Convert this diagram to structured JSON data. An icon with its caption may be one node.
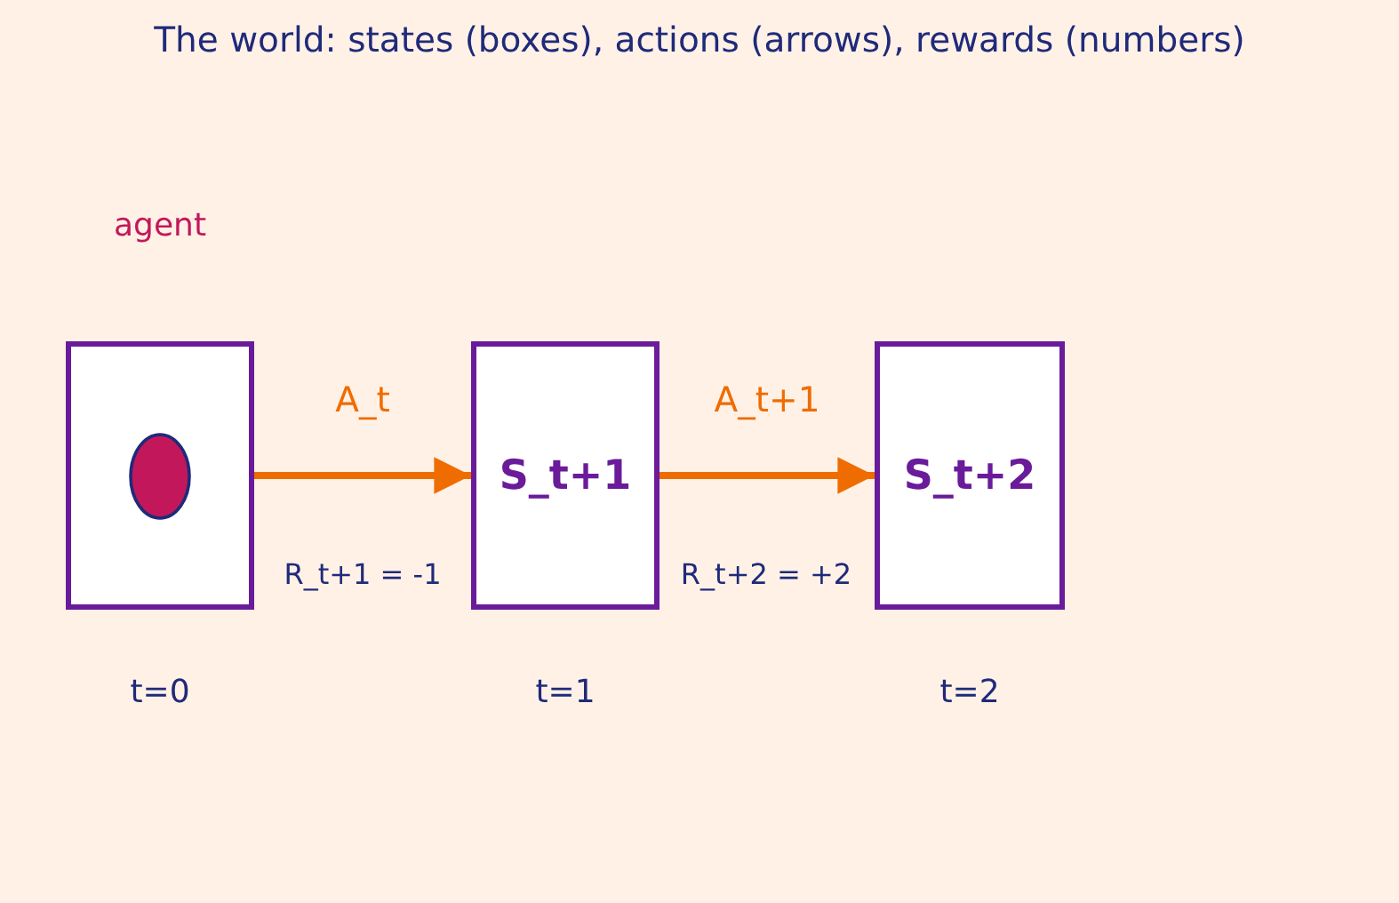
{
  "diagram": {
    "title": "The world: states (boxes), actions (arrows), rewards (numbers)",
    "nodes": [
      {
        "text": [],
        "shape": "box",
        "beside": [
          "t=0"
        ]
      },
      {
        "text": [
          "S_t+1"
        ],
        "beside": [
          "t=1"
        ]
      },
      {
        "text": [
          "S_t+2"
        ],
        "beside": [
          "t=2"
        ]
      }
    ],
    "edges": [
      {
        "from": 0,
        "to": 1,
        "arrow": "to",
        "label": "A_t"
      },
      {
        "from": 1,
        "to": 2,
        "arrow": "to",
        "label": "A_t+1"
      }
    ],
    "labels": [
      "agent",
      "R_t+1 = -1",
      "R_t+2 = +2"
    ]
  }
}
